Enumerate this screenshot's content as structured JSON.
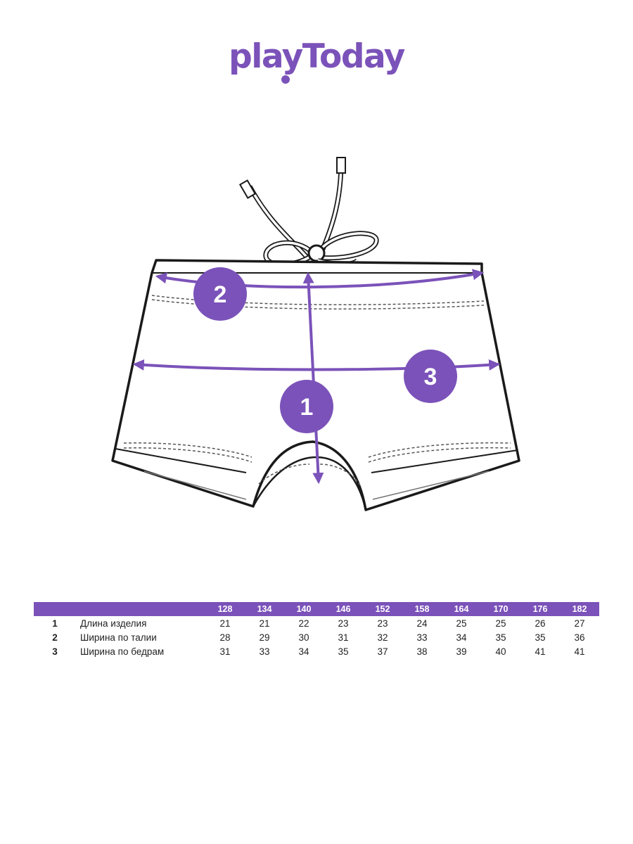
{
  "brand": {
    "logo_text": "playToday",
    "accent_color": "#7b52b9"
  },
  "diagram": {
    "markers": [
      {
        "id": "1",
        "label": "1"
      },
      {
        "id": "2",
        "label": "2"
      },
      {
        "id": "3",
        "label": "3"
      }
    ],
    "garment_icon": "swim-trunks-flat-sketch"
  },
  "size_table": {
    "header_sizes": [
      "128",
      "134",
      "140",
      "146",
      "152",
      "158",
      "164",
      "170",
      "176",
      "182"
    ],
    "rows": [
      {
        "num": "1",
        "label": "Длина изделия",
        "values": [
          "21",
          "21",
          "22",
          "23",
          "23",
          "24",
          "25",
          "25",
          "26",
          "27"
        ]
      },
      {
        "num": "2",
        "label": "Ширина по талии",
        "values": [
          "28",
          "29",
          "30",
          "31",
          "32",
          "33",
          "34",
          "35",
          "35",
          "36"
        ]
      },
      {
        "num": "3",
        "label": "Ширина по бедрам",
        "values": [
          "31",
          "33",
          "34",
          "35",
          "37",
          "38",
          "39",
          "40",
          "41",
          "41"
        ]
      }
    ]
  }
}
